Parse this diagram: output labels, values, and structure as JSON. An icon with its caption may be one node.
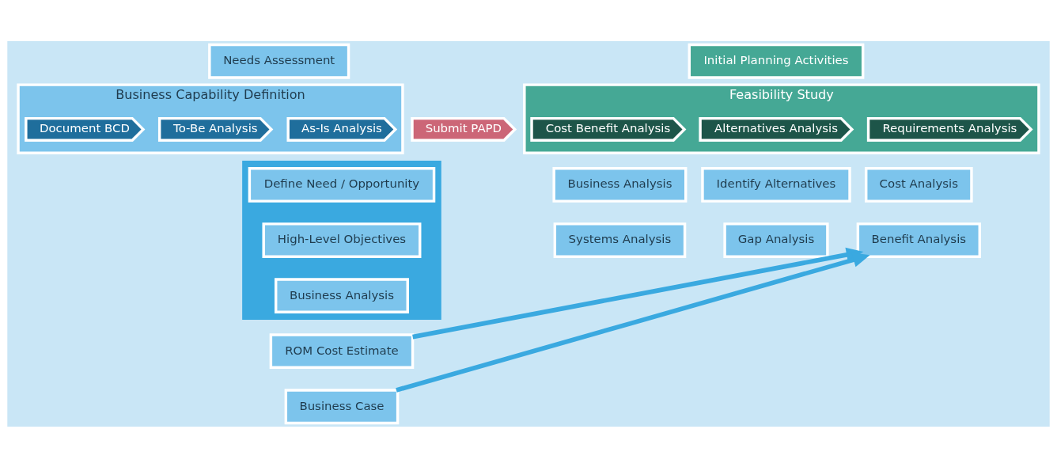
{
  "diagram": {
    "nodes": [
      {
        "text": [
          "Needs Assessment"
        ]
      },
      {
        "text": [
          "Initial Planning Activities"
        ]
      },
      {
        "text": [
          "Business Capability Definition"
        ]
      },
      {
        "text": [
          "As-Is Analysis"
        ],
        "in": 2
      },
      {
        "text": [
          "To-Be Analysis"
        ],
        "in": 2
      },
      {
        "text": [
          "Document BCD"
        ],
        "in": 2
      },
      {
        "text": [
          "Submit PAPD"
        ]
      },
      {
        "text": [
          "Feasibility Study"
        ]
      },
      {
        "text": [
          "Requirements Analysis"
        ],
        "in": 7
      },
      {
        "text": [
          "Alternatives Analysis"
        ],
        "in": 7
      },
      {
        "text": [
          "Cost Benefit Analysis"
        ],
        "in": 7
      },
      {
        "text": [],
        "shape": "arrow"
      },
      {
        "text": [
          "Define Need / Opportunity"
        ],
        "in": 11
      },
      {
        "text": [
          "High-Level Objectives"
        ],
        "in": 11
      },
      {
        "text": [
          "Business Analysis"
        ],
        "in": 11
      },
      {
        "text": [
          "Business Analysis"
        ]
      },
      {
        "text": [
          "Identify Alternatives"
        ]
      },
      {
        "text": [
          "Cost Analysis"
        ]
      },
      {
        "text": [
          "Systems Analysis"
        ]
      },
      {
        "text": [
          "Gap Analysis"
        ]
      },
      {
        "text": [
          "Benefit Analysis"
        ]
      },
      {
        "text": [
          "ROM Cost Estimate"
        ]
      },
      {
        "text": [
          "Business Case"
        ]
      }
    ],
    "edges": [
      {
        "from": 21,
        "to": 20,
        "arrow": "to"
      },
      {
        "from": 22,
        "to": 20,
        "arrow": "to"
      }
    ]
  }
}
